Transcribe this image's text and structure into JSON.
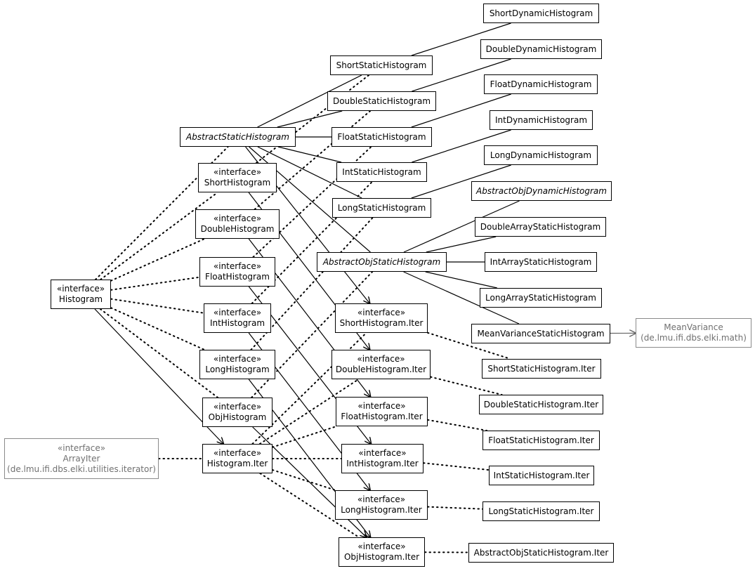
{
  "nodes": [
    {
      "id": "histogram",
      "stereotype": "«interface»",
      "name": "Histogram"
    },
    {
      "id": "arrayiter",
      "stereotype": "«interface»",
      "name": "ArrayIter",
      "package": "(de.lmu.ifi.dbs.elki.utilities.iterator)",
      "external": true
    },
    {
      "id": "histogram-iter",
      "stereotype": "«interface»",
      "name": "Histogram.Iter"
    },
    {
      "id": "short-histogram",
      "stereotype": "«interface»",
      "name": "ShortHistogram"
    },
    {
      "id": "double-histogram",
      "stereotype": "«interface»",
      "name": "DoubleHistogram"
    },
    {
      "id": "float-histogram",
      "stereotype": "«interface»",
      "name": "FloatHistogram"
    },
    {
      "id": "int-histogram",
      "stereotype": "«interface»",
      "name": "IntHistogram"
    },
    {
      "id": "long-histogram",
      "stereotype": "«interface»",
      "name": "LongHistogram"
    },
    {
      "id": "obj-histogram",
      "stereotype": "«interface»",
      "name": "ObjHistogram"
    },
    {
      "id": "abstract-static-histogram",
      "name": "AbstractStaticHistogram",
      "abstract": true
    },
    {
      "id": "short-static-histogram",
      "name": "ShortStaticHistogram"
    },
    {
      "id": "double-static-histogram",
      "name": "DoubleStaticHistogram"
    },
    {
      "id": "float-static-histogram",
      "name": "FloatStaticHistogram"
    },
    {
      "id": "int-static-histogram",
      "name": "IntStaticHistogram"
    },
    {
      "id": "long-static-histogram",
      "name": "LongStaticHistogram"
    },
    {
      "id": "abstract-obj-static-histogram",
      "name": "AbstractObjStaticHistogram",
      "abstract": true
    },
    {
      "id": "short-histogram-iter",
      "stereotype": "«interface»",
      "name": "ShortHistogram.Iter"
    },
    {
      "id": "double-histogram-iter",
      "stereotype": "«interface»",
      "name": "DoubleHistogram.Iter"
    },
    {
      "id": "float-histogram-iter",
      "stereotype": "«interface»",
      "name": "FloatHistogram.Iter"
    },
    {
      "id": "int-histogram-iter",
      "stereotype": "«interface»",
      "name": "IntHistogram.Iter"
    },
    {
      "id": "long-histogram-iter",
      "stereotype": "«interface»",
      "name": "LongHistogram.Iter"
    },
    {
      "id": "obj-histogram-iter",
      "stereotype": "«interface»",
      "name": "ObjHistogram.Iter"
    },
    {
      "id": "short-dynamic-histogram",
      "name": "ShortDynamicHistogram"
    },
    {
      "id": "double-dynamic-histogram",
      "name": "DoubleDynamicHistogram"
    },
    {
      "id": "float-dynamic-histogram",
      "name": "FloatDynamicHistogram"
    },
    {
      "id": "int-dynamic-histogram",
      "name": "IntDynamicHistogram"
    },
    {
      "id": "long-dynamic-histogram",
      "name": "LongDynamicHistogram"
    },
    {
      "id": "abstract-obj-dynamic-histogram",
      "name": "AbstractObjDynamicHistogram",
      "abstract": true
    },
    {
      "id": "double-array-static-histogram",
      "name": "DoubleArrayStaticHistogram"
    },
    {
      "id": "int-array-static-histogram",
      "name": "IntArrayStaticHistogram"
    },
    {
      "id": "long-array-static-histogram",
      "name": "LongArrayStaticHistogram"
    },
    {
      "id": "mean-variance-static-histogram",
      "name": "MeanVarianceStaticHistogram"
    },
    {
      "id": "mean-variance",
      "name": "MeanVariance",
      "package": "(de.lmu.ifi.dbs.elki.math)",
      "external": true
    },
    {
      "id": "short-static-histogram-iter",
      "name": "ShortStaticHistogram.Iter"
    },
    {
      "id": "double-static-histogram-iter",
      "name": "DoubleStaticHistogram.Iter"
    },
    {
      "id": "float-static-histogram-iter",
      "name": "FloatStaticHistogram.Iter"
    },
    {
      "id": "int-static-histogram-iter",
      "name": "IntStaticHistogram.Iter"
    },
    {
      "id": "long-static-histogram-iter",
      "name": "LongStaticHistogram.Iter"
    },
    {
      "id": "abstract-obj-static-histogram-iter",
      "name": "AbstractObjStaticHistogram.Iter"
    }
  ],
  "edges": [
    {
      "from": "histogram",
      "to": "abstract-static-histogram",
      "style": "dotted"
    },
    {
      "from": "histogram",
      "to": "short-histogram",
      "style": "dotted"
    },
    {
      "from": "histogram",
      "to": "double-histogram",
      "style": "dotted"
    },
    {
      "from": "histogram",
      "to": "float-histogram",
      "style": "dotted"
    },
    {
      "from": "histogram",
      "to": "int-histogram",
      "style": "dotted"
    },
    {
      "from": "histogram",
      "to": "long-histogram",
      "style": "dotted"
    },
    {
      "from": "histogram",
      "to": "obj-histogram",
      "style": "dotted"
    },
    {
      "from": "histogram",
      "to": "histogram-iter",
      "style": "solid",
      "arrow": true
    },
    {
      "from": "arrayiter",
      "to": "histogram-iter",
      "style": "dotted"
    },
    {
      "from": "abstract-static-histogram",
      "to": "short-static-histogram",
      "style": "solid"
    },
    {
      "from": "abstract-static-histogram",
      "to": "double-static-histogram",
      "style": "solid"
    },
    {
      "from": "abstract-static-histogram",
      "to": "float-static-histogram",
      "style": "solid"
    },
    {
      "from": "abstract-static-histogram",
      "to": "int-static-histogram",
      "style": "solid"
    },
    {
      "from": "abstract-static-histogram",
      "to": "long-static-histogram",
      "style": "solid"
    },
    {
      "from": "abstract-static-histogram",
      "to": "abstract-obj-static-histogram",
      "style": "solid"
    },
    {
      "from": "abstract-static-histogram",
      "to": "short-histogram-iter",
      "style": "solid",
      "arrow": true
    },
    {
      "from": "short-histogram",
      "to": "short-static-histogram",
      "style": "dotted"
    },
    {
      "from": "double-histogram",
      "to": "double-static-histogram",
      "style": "dotted"
    },
    {
      "from": "float-histogram",
      "to": "float-static-histogram",
      "style": "dotted"
    },
    {
      "from": "int-histogram",
      "to": "int-static-histogram",
      "style": "dotted"
    },
    {
      "from": "long-histogram",
      "to": "long-static-histogram",
      "style": "dotted"
    },
    {
      "from": "obj-histogram",
      "to": "abstract-obj-static-histogram",
      "style": "dotted"
    },
    {
      "from": "short-histogram",
      "to": "double-histogram-iter",
      "style": "solid",
      "arrow": true
    },
    {
      "from": "double-histogram",
      "to": "float-histogram-iter",
      "style": "solid",
      "arrow": true
    },
    {
      "from": "float-histogram",
      "to": "int-histogram-iter",
      "style": "solid",
      "arrow": true
    },
    {
      "from": "int-histogram",
      "to": "long-histogram-iter",
      "style": "solid",
      "arrow": true
    },
    {
      "from": "long-histogram",
      "to": "obj-histogram-iter",
      "style": "solid",
      "arrow": true
    },
    {
      "from": "obj-histogram",
      "to": "obj-histogram-iter",
      "style": "solid",
      "arrow": true
    },
    {
      "from": "histogram-iter",
      "to": "short-histogram-iter",
      "style": "dotted"
    },
    {
      "from": "histogram-iter",
      "to": "double-histogram-iter",
      "style": "dotted"
    },
    {
      "from": "histogram-iter",
      "to": "float-histogram-iter",
      "style": "dotted"
    },
    {
      "from": "histogram-iter",
      "to": "int-histogram-iter",
      "style": "dotted"
    },
    {
      "from": "histogram-iter",
      "to": "long-histogram-iter",
      "style": "dotted"
    },
    {
      "from": "histogram-iter",
      "to": "obj-histogram-iter",
      "style": "dotted"
    },
    {
      "from": "short-static-histogram",
      "to": "short-dynamic-histogram",
      "style": "solid"
    },
    {
      "from": "double-static-histogram",
      "to": "double-dynamic-histogram",
      "style": "solid"
    },
    {
      "from": "float-static-histogram",
      "to": "float-dynamic-histogram",
      "style": "solid"
    },
    {
      "from": "int-static-histogram",
      "to": "int-dynamic-histogram",
      "style": "solid"
    },
    {
      "from": "long-static-histogram",
      "to": "long-dynamic-histogram",
      "style": "solid"
    },
    {
      "from": "abstract-obj-static-histogram",
      "to": "abstract-obj-dynamic-histogram",
      "style": "solid"
    },
    {
      "from": "abstract-obj-static-histogram",
      "to": "double-array-static-histogram",
      "style": "solid"
    },
    {
      "from": "abstract-obj-static-histogram",
      "to": "int-array-static-histogram",
      "style": "solid"
    },
    {
      "from": "abstract-obj-static-histogram",
      "to": "long-array-static-histogram",
      "style": "solid"
    },
    {
      "from": "abstract-obj-static-histogram",
      "to": "mean-variance-static-histogram",
      "style": "solid"
    },
    {
      "from": "mean-variance-static-histogram",
      "to": "mean-variance",
      "style": "solid",
      "arrow": true,
      "external": true
    },
    {
      "from": "short-histogram-iter",
      "to": "short-static-histogram-iter",
      "style": "dotted"
    },
    {
      "from": "double-histogram-iter",
      "to": "double-static-histogram-iter",
      "style": "dotted"
    },
    {
      "from": "float-histogram-iter",
      "to": "float-static-histogram-iter",
      "style": "dotted"
    },
    {
      "from": "int-histogram-iter",
      "to": "int-static-histogram-iter",
      "style": "dotted"
    },
    {
      "from": "long-histogram-iter",
      "to": "long-static-histogram-iter",
      "style": "dotted"
    },
    {
      "from": "obj-histogram-iter",
      "to": "abstract-obj-static-histogram-iter",
      "style": "dotted"
    }
  ]
}
